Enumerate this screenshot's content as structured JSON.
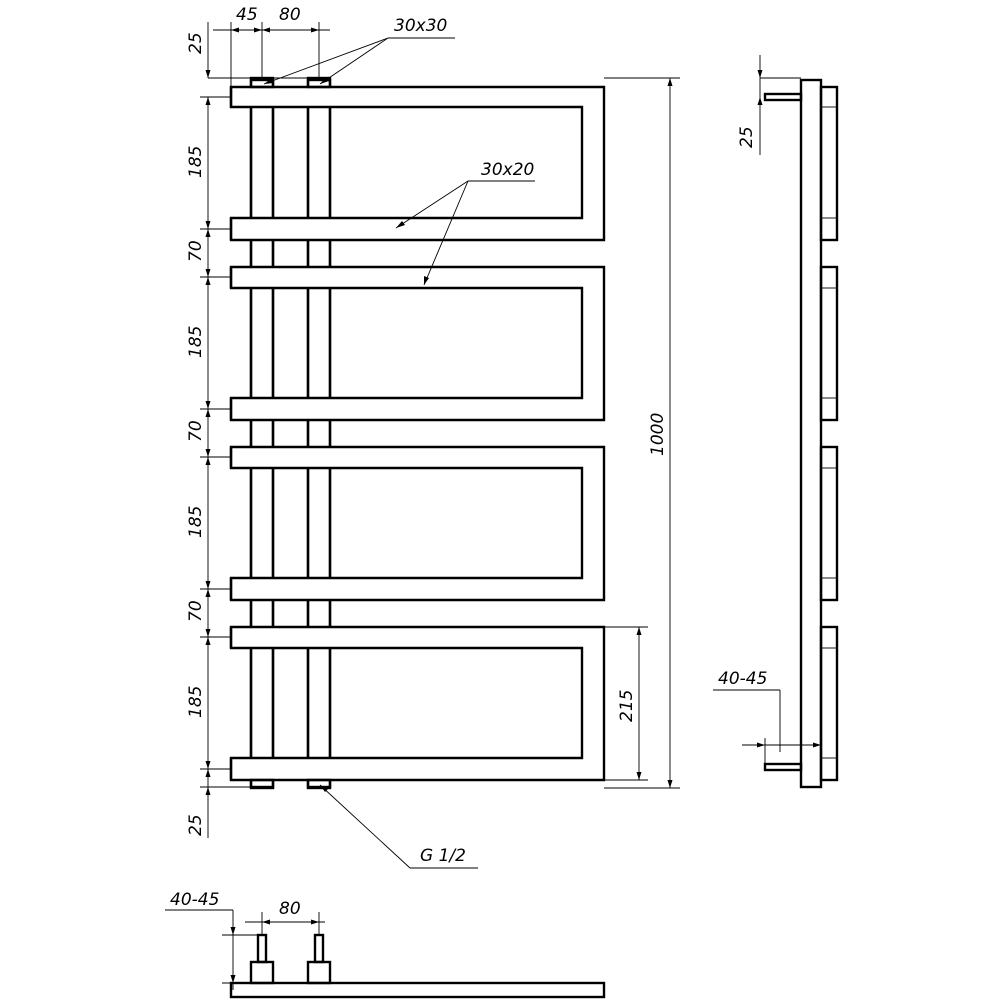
{
  "drawing": {
    "dims": {
      "top_offset": "45",
      "pipe_spacing": "80",
      "pipe_profile": "30x30",
      "end_25_top": "25",
      "section_height": "185",
      "gap_height": "70",
      "rail_profile": "30x20",
      "total_height": "1000",
      "bottom_section": "215",
      "end_25_bottom": "25",
      "thread": "G 1/2",
      "side_offset_25": "25",
      "wall_distance_side": "40-45",
      "wall_distance_bottom": "40-45",
      "pipe_spacing_bottom": "80"
    }
  }
}
